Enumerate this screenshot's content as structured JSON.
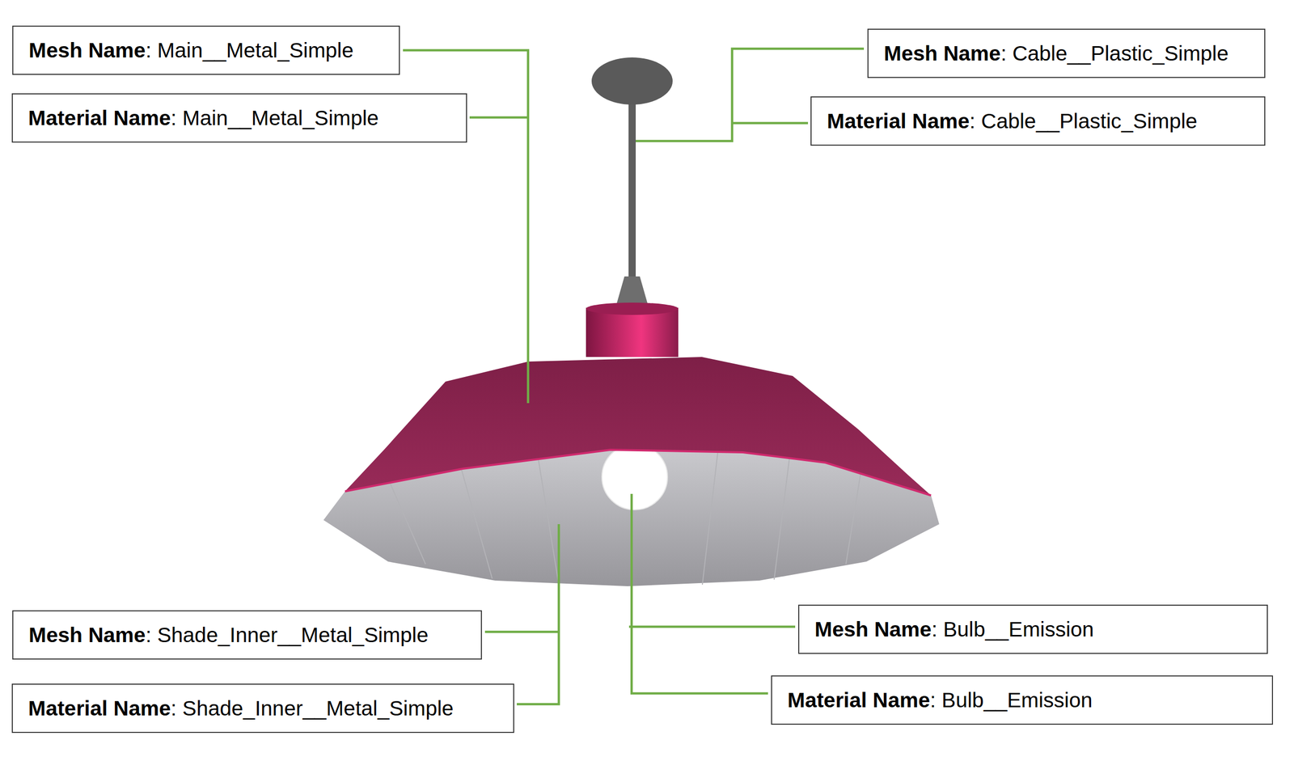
{
  "diagram": {
    "nodes": [
      {
        "text": [
          "Mesh Name",
          ": Main__Metal_Simple"
        ]
      },
      {
        "text": [
          "Material Name",
          ": Main__Metal_Simple"
        ]
      },
      {
        "text": [
          "Mesh Name",
          ": Cable__Plastic_Simple"
        ]
      },
      {
        "text": [
          "Material Name",
          ": Cable__Plastic_Simple"
        ]
      },
      {
        "text": [
          "Mesh Name",
          ": Shade_Inner__Metal_Simple"
        ]
      },
      {
        "text": [
          "Material Name",
          ": Shade_Inner__Metal_Simple"
        ]
      },
      {
        "text": [
          "Mesh Name",
          ": Bulb__Emission"
        ]
      },
      {
        "text": [
          "Material Name",
          ": Bulb__Emission"
        ]
      }
    ]
  }
}
